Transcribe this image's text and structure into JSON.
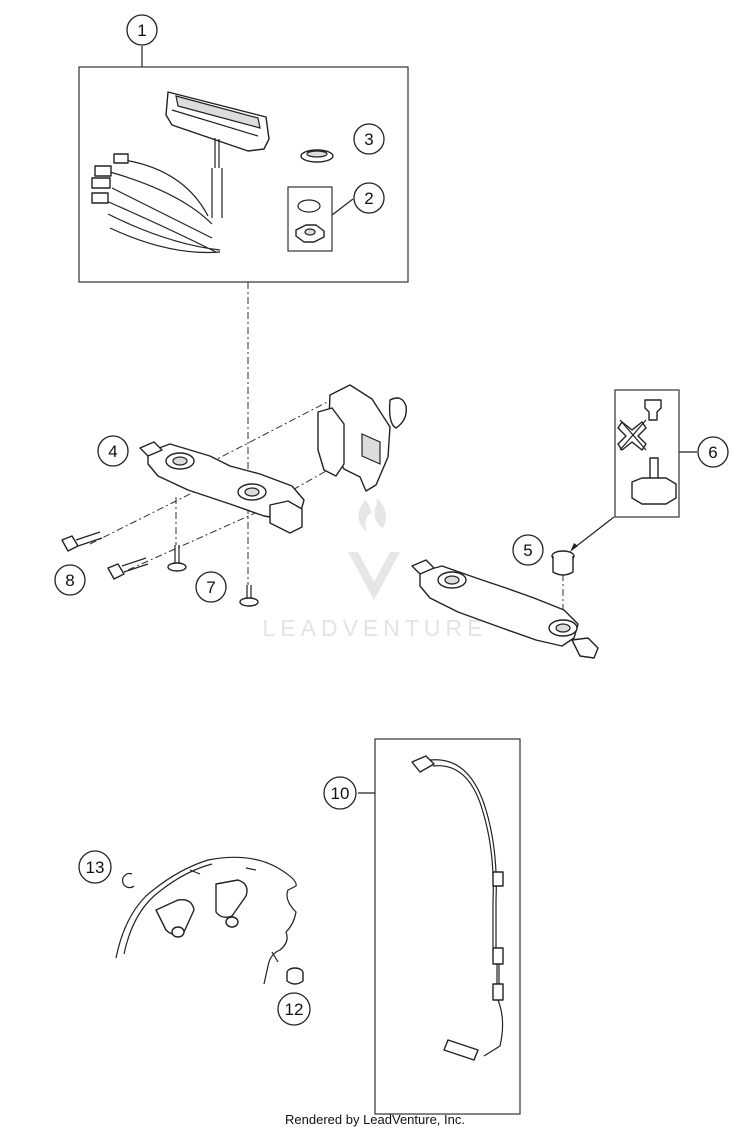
{
  "callouts": [
    {
      "num": "1"
    },
    {
      "num": "2"
    },
    {
      "num": "3"
    },
    {
      "num": "4"
    },
    {
      "num": "5"
    },
    {
      "num": "6"
    },
    {
      "num": "7"
    },
    {
      "num": "8"
    },
    {
      "num": "10"
    },
    {
      "num": "12"
    },
    {
      "num": "13"
    }
  ],
  "watermark": {
    "text": "LEADVENTURE"
  },
  "footer": {
    "text": "Rendered by LeadVenture, Inc."
  }
}
